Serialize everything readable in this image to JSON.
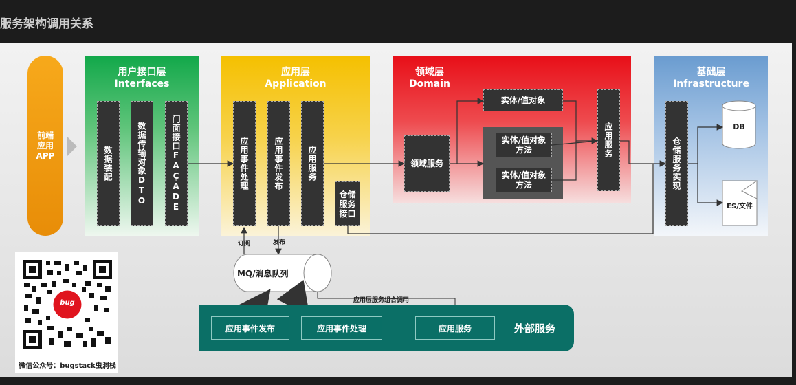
{
  "title": "服务架构调用关系",
  "frontend": "前端\n应用\nAPP",
  "interfaces": {
    "title_cn": "用户接口层",
    "title_en": "Interfaces",
    "items": [
      "数据装配",
      "数据传输对象DTO",
      "门面接口FAÇADE"
    ]
  },
  "application": {
    "title_cn": "应用层",
    "title_en": "Application",
    "items": [
      "应用事件处理",
      "应用事件发布",
      "应用服务"
    ],
    "storage_interface": "仓储\n服务\n接口"
  },
  "domain": {
    "title_cn": "领域层",
    "title_en": "Domain",
    "domain_service": "领域服务",
    "entity": "实体/值对象",
    "entity_method_1": "实体/值对象\n方法",
    "entity_method_2": "实体/值对象\n方法",
    "app_service": "应用服务"
  },
  "infrastructure": {
    "title_cn": "基础层",
    "title_en": "Infrastructure",
    "storage_impl": "仓储服务实现",
    "db": "DB",
    "es": "ES/文件"
  },
  "mq": {
    "label": "MQ/消息队列",
    "subscribe": "订阅",
    "publish": "发布",
    "compose_call": "应用层服务组合调用"
  },
  "external": {
    "label": "外部服务",
    "items": [
      "应用事件发布",
      "应用事件处理",
      "应用服务"
    ]
  },
  "qr_caption": "微信公众号：bugstack虫洞栈",
  "qr_logo": "bug",
  "colors": {
    "interfaces": "#1fae4f",
    "application": "#f5c400",
    "domain": "#e8101a",
    "infrastructure": "#6e9fd2",
    "frontend": "#f39c12",
    "external": "#0b6f66"
  }
}
